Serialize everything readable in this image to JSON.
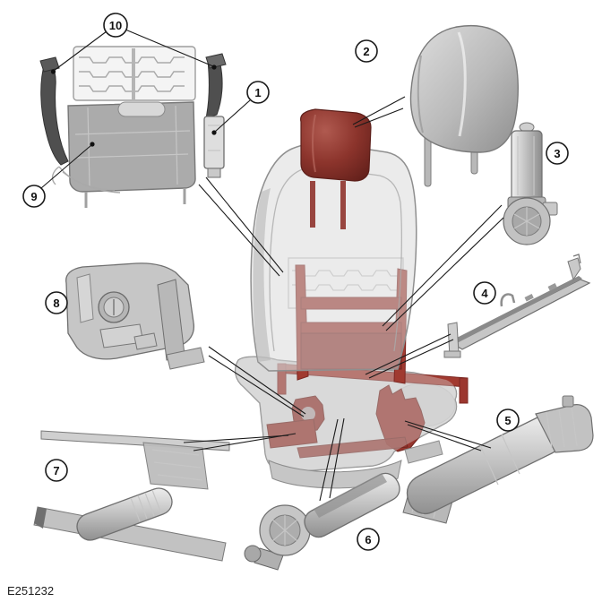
{
  "figure": {
    "code": "E251232"
  },
  "callouts": [
    {
      "number": "1"
    },
    {
      "number": "2"
    },
    {
      "number": "3"
    },
    {
      "number": "4"
    },
    {
      "number": "5"
    },
    {
      "number": "6"
    },
    {
      "number": "7"
    },
    {
      "number": "8"
    },
    {
      "number": "9"
    },
    {
      "number": "10"
    }
  ],
  "colors": {
    "background": "#ffffff",
    "leader_line": "#1a1a1a",
    "metal_light": "#d6d6d6",
    "metal_mid": "#b5b5b5",
    "metal_dark": "#8a8a8a",
    "strap_dark": "#4f4f4f",
    "highlight_red": "#8f332c",
    "highlight_red_dark": "#6b221d"
  }
}
